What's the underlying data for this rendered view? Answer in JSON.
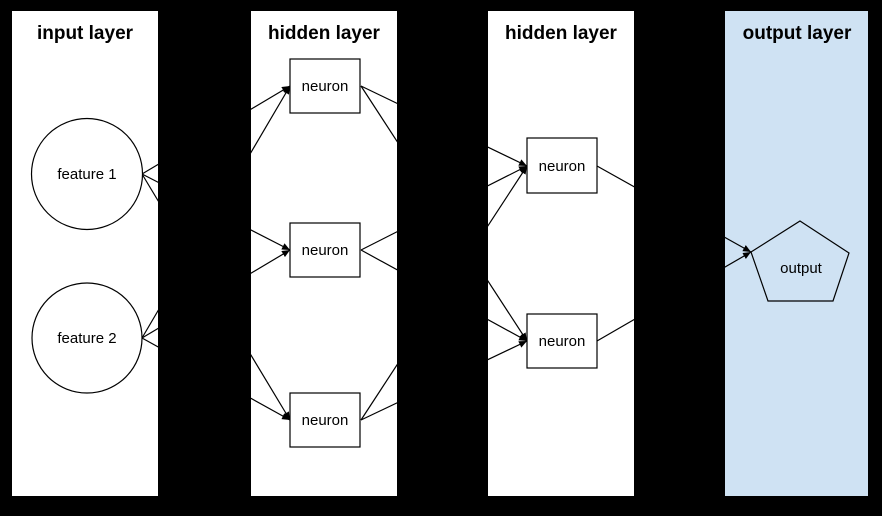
{
  "colors": {
    "background": "#000000",
    "panel_bg": "#ffffff",
    "output_panel_bg": "#cfe2f3",
    "line": "#000000",
    "text": "#000000"
  },
  "layers": [
    {
      "title": "input layer",
      "panel_color": "#ffffff",
      "nodes": [
        {
          "label": "feature 1",
          "shape": "circle"
        },
        {
          "label": "feature 2",
          "shape": "circle"
        }
      ]
    },
    {
      "title": "hidden layer",
      "panel_color": "#ffffff",
      "nodes": [
        {
          "label": "neuron",
          "shape": "rect"
        },
        {
          "label": "neuron",
          "shape": "rect"
        },
        {
          "label": "neuron",
          "shape": "rect"
        }
      ]
    },
    {
      "title": "hidden layer",
      "panel_color": "#ffffff",
      "nodes": [
        {
          "label": "neuron",
          "shape": "rect"
        },
        {
          "label": "neuron",
          "shape": "rect"
        }
      ]
    },
    {
      "title": "output layer",
      "panel_color": "#cfe2f3",
      "nodes": [
        {
          "label": "output",
          "shape": "pentagon"
        }
      ]
    }
  ],
  "connections": [
    {
      "from": "feature 1",
      "to": "hidden1 neuron 1"
    },
    {
      "from": "feature 1",
      "to": "hidden1 neuron 2"
    },
    {
      "from": "feature 1",
      "to": "hidden1 neuron 3"
    },
    {
      "from": "feature 2",
      "to": "hidden1 neuron 1"
    },
    {
      "from": "feature 2",
      "to": "hidden1 neuron 2"
    },
    {
      "from": "feature 2",
      "to": "hidden1 neuron 3"
    },
    {
      "from": "hidden1 neuron 1",
      "to": "hidden2 neuron 1"
    },
    {
      "from": "hidden1 neuron 1",
      "to": "hidden2 neuron 2"
    },
    {
      "from": "hidden1 neuron 2",
      "to": "hidden2 neuron 1"
    },
    {
      "from": "hidden1 neuron 2",
      "to": "hidden2 neuron 2"
    },
    {
      "from": "hidden1 neuron 3",
      "to": "hidden2 neuron 1"
    },
    {
      "from": "hidden1 neuron 3",
      "to": "hidden2 neuron 2"
    },
    {
      "from": "hidden2 neuron 1",
      "to": "output"
    },
    {
      "from": "hidden2 neuron 2",
      "to": "output"
    }
  ]
}
